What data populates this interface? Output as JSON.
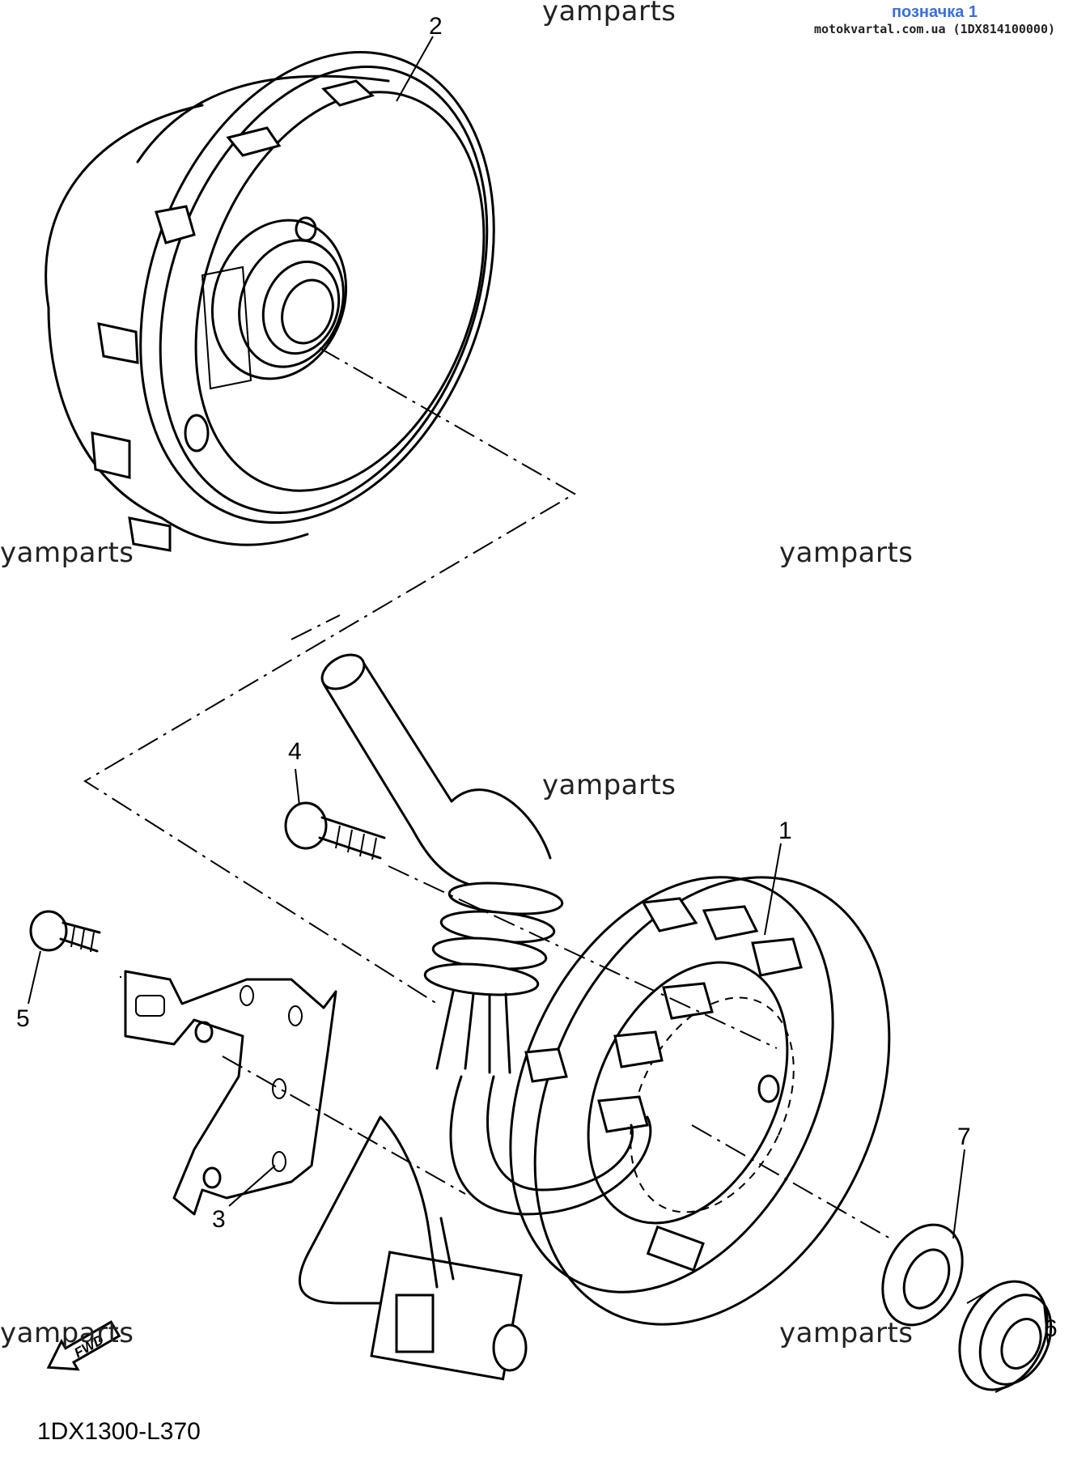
{
  "watermarks": [
    "yamparts",
    "yamparts",
    "yamparts",
    "yamparts",
    "yamparts",
    "yamparts"
  ],
  "badge": {
    "tag": "позначка 1",
    "source": "motokvartal.com.ua (1DX814100000)"
  },
  "callouts": {
    "p1": "1",
    "p2": "2",
    "p3": "3",
    "p4": "4",
    "p5": "5",
    "p6": "6",
    "p7": "7"
  },
  "fwd_label": "FWD",
  "diagram_code": "1DX1300-L370"
}
